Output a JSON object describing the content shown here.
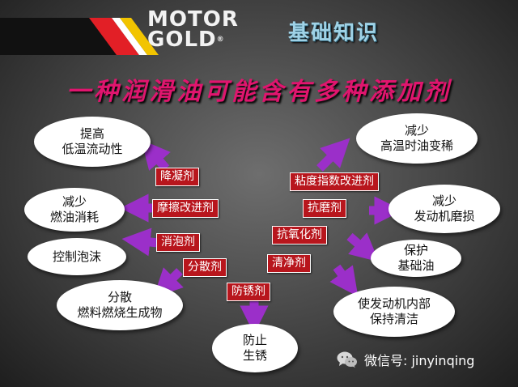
{
  "header": {
    "brand_line1": "MOTOR",
    "brand_line2": "GOLD",
    "brand_reg": "®",
    "section_title": "基础知识"
  },
  "main_title": "一种润滑油可能含有多种添加剂",
  "left_nodes": [
    {
      "label": "提高\n低温流动性"
    },
    {
      "label": "减少\n燃油消耗"
    },
    {
      "label": "控制泡沫"
    },
    {
      "label": "分散\n燃料燃烧生成物"
    }
  ],
  "right_nodes": [
    {
      "label": "减少\n高温时油变稀"
    },
    {
      "label": "减少\n发动机磨损"
    },
    {
      "label": "保护\n基础油"
    },
    {
      "label": "使发动机内部\n保持清洁"
    }
  ],
  "bottom_node": {
    "label": "防止\n生锈"
  },
  "left_tags": [
    "降凝剂",
    "摩擦改进剂",
    "消泡剂",
    "分散剂"
  ],
  "right_tags": [
    "粘度指数改进剂",
    "抗磨剂",
    "抗氧化剂",
    "清净剂"
  ],
  "center_tag": "防锈剂",
  "colors": {
    "arrow": "#9b2fc9",
    "tag_bg": "#b8161d",
    "title": "#e0156e",
    "section_title": "#9fd2e6"
  },
  "footer": {
    "icon": "wechat-icon",
    "text": "微信号: jinyinqing"
  }
}
